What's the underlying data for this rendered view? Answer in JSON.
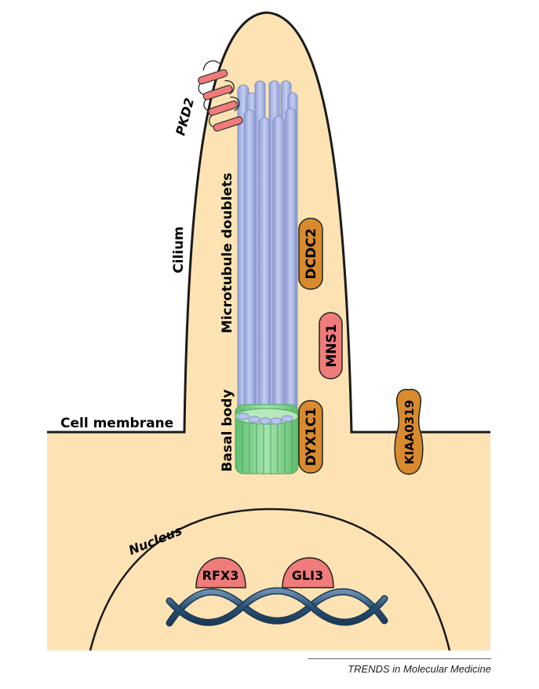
{
  "labels": {
    "cilium": "Cilium",
    "cell_membrane": "Cell membrane",
    "microtubule_doublets": "Microtubule doublets",
    "basal_body": "Basal body",
    "nucleus": "Nucleus",
    "pkd2": "PKD2",
    "dcdc2": "DCDC2",
    "mns1": "MNS1",
    "dyx1c1": "DYX1C1",
    "kiaa0319": "KIAA0319",
    "rfx3": "RFX3",
    "gli3": "GLI3"
  },
  "footer": "TRENDS in Molecular Medicine",
  "colors": {
    "cytoplasm": "#fde3b3",
    "microtubule": "#a9b6e2",
    "basal_body": "#84d191",
    "orange_protein": "#d88a2e",
    "pink_protein": "#ef7b7b",
    "dna": "#2b5275"
  }
}
